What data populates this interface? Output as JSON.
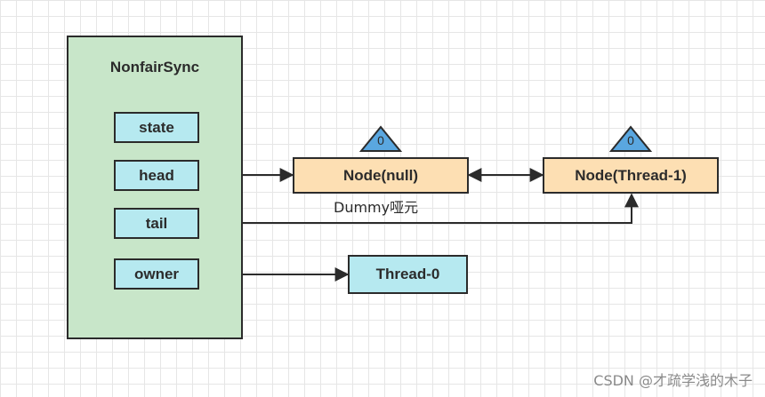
{
  "sync": {
    "title": "NonfairSync"
  },
  "fields": {
    "state": "state",
    "head": "head",
    "tail": "tail",
    "owner": "owner"
  },
  "nodes": {
    "null_node": {
      "label": "Node(null)",
      "wait_status": "0"
    },
    "thread1_node": {
      "label": "Node(Thread-1)",
      "wait_status": "0"
    }
  },
  "thread0": {
    "label": "Thread-0"
  },
  "annotation": {
    "dummy": "Dummy哑元"
  },
  "watermark": "CSDN @才疏学浅的木子",
  "colors": {
    "sync_bg": "#c8e6c9",
    "field_bg": "#b6e9f0",
    "node_bg": "#fddfb3",
    "triangle": "#5aa7e0",
    "line": "#2b2b2b"
  }
}
